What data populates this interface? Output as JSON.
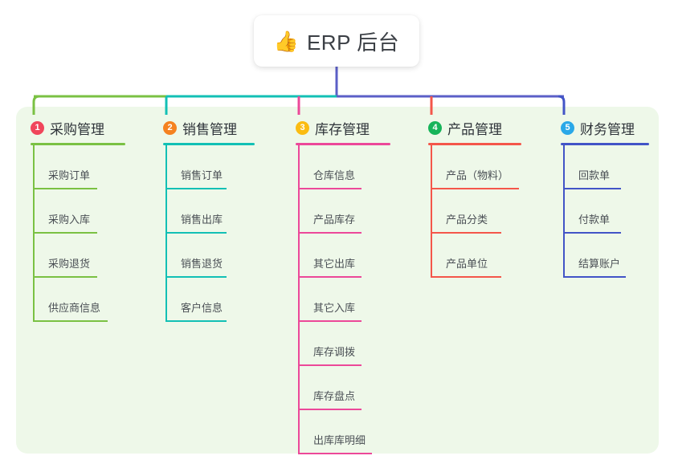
{
  "root": {
    "icon": "thumbs-up-emoji",
    "emoji": "👍",
    "title": "ERP 后台"
  },
  "palette": {
    "panel_bg": "#eef8e9",
    "root_trunk": "#5b5fc7",
    "text": "#4a4f55"
  },
  "columns": [
    {
      "number": "1",
      "title": "采购管理",
      "color": "#7ac143",
      "badge_color": "#f0465b",
      "title_width": 118,
      "items": [
        {
          "label": "采购订单",
          "rule_width": 80
        },
        {
          "label": "采购入库",
          "rule_width": 80
        },
        {
          "label": "采购退货",
          "rule_width": 80
        },
        {
          "label": "供应商信息",
          "rule_width": 93
        }
      ]
    },
    {
      "number": "2",
      "title": "销售管理",
      "color": "#12c0b5",
      "badge_color": "#f58220",
      "title_width": 114,
      "items": [
        {
          "label": "销售订单",
          "rule_width": 76
        },
        {
          "label": "销售出库",
          "rule_width": 76
        },
        {
          "label": "销售退货",
          "rule_width": 76
        },
        {
          "label": "客户信息",
          "rule_width": 76
        }
      ]
    },
    {
      "number": "3",
      "title": "库存管理",
      "color": "#ec4899",
      "badge_color": "#fbbc12",
      "title_width": 118,
      "items": [
        {
          "label": "仓库信息",
          "rule_width": 79
        },
        {
          "label": "产品库存",
          "rule_width": 79
        },
        {
          "label": "其它出库",
          "rule_width": 79
        },
        {
          "label": "其它入库",
          "rule_width": 79
        },
        {
          "label": "库存调拨",
          "rule_width": 79
        },
        {
          "label": "库存盘点",
          "rule_width": 79
        },
        {
          "label": "出库库明细",
          "rule_width": 92
        }
      ]
    },
    {
      "number": "4",
      "title": "产品管理",
      "color": "#f4564a",
      "badge_color": "#17b45a",
      "title_width": 116,
      "items": [
        {
          "label": "产品（物料）",
          "rule_width": 110
        },
        {
          "label": "产品分类",
          "rule_width": 88
        },
        {
          "label": "产品单位",
          "rule_width": 88
        }
      ]
    },
    {
      "number": "5",
      "title": "财务管理",
      "color": "#4254c7",
      "badge_color": "#2aa8e8",
      "title_width": 110,
      "items": [
        {
          "label": "回款单",
          "rule_width": 72
        },
        {
          "label": "付款单",
          "rule_width": 72
        },
        {
          "label": "结算账户",
          "rule_width": 78
        }
      ]
    }
  ]
}
